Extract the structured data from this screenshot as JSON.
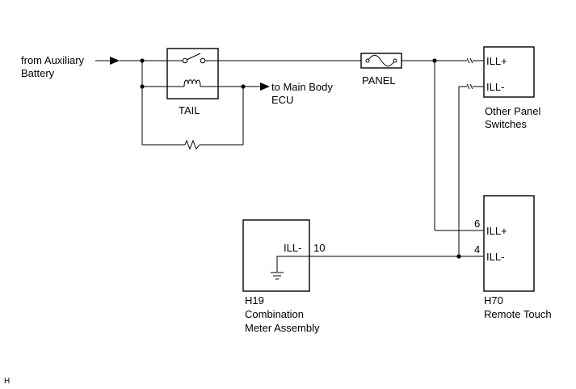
{
  "source": {
    "line1": "from Auxiliary",
    "line2": "Battery"
  },
  "relay": {
    "label": "TAIL"
  },
  "main_body": {
    "line1": "to Main Body",
    "line2": "ECU"
  },
  "fuse": {
    "label": "PANEL"
  },
  "other_panel": {
    "pin_ill_plus": "ILL+",
    "pin_ill_minus": "ILL-",
    "line1": "Other Panel",
    "line2": "Switches"
  },
  "remote_touch": {
    "code": "H70",
    "name": "Remote Touch",
    "pin_ill_plus": "ILL+",
    "pin_ill_minus": "ILL-",
    "pin_no_plus": "6",
    "pin_no_minus": "4"
  },
  "meter": {
    "code": "H19",
    "line1": "Combination",
    "line2": "Meter Assembly",
    "pin_label": "ILL-",
    "pin_no": "10"
  },
  "footer": {
    "mark": "H"
  }
}
